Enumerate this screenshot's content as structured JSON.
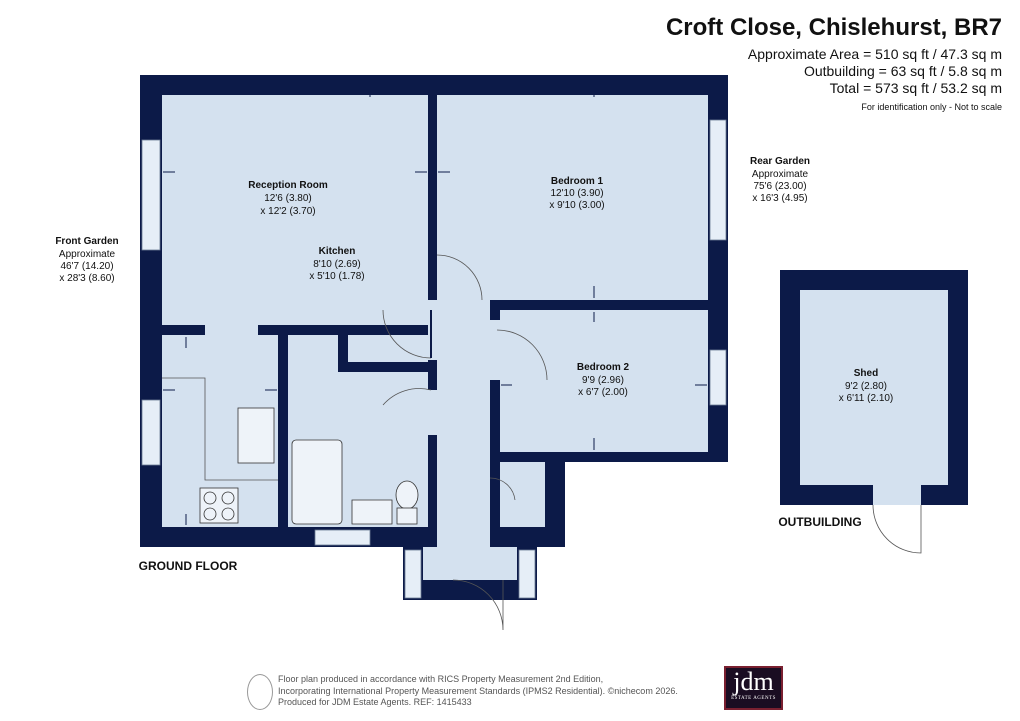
{
  "header": {
    "title": "Croft Close, Chislehurst, BR7",
    "areas": [
      "Approximate Area = 510 sq ft / 47.3 sq m",
      "Outbuilding = 63 sq ft / 5.8 sq m",
      "Total = 573 sq ft / 53.2 sq m"
    ],
    "note": "For identification only - Not to scale"
  },
  "rooms": {
    "reception": {
      "name": "Reception Room",
      "dim1": "12'6 (3.80)",
      "dim2": "x 12'2 (3.70)"
    },
    "kitchen": {
      "name": "Kitchen",
      "dim1": "8'10 (2.69)",
      "dim2": "x 5'10 (1.78)"
    },
    "bedroom1": {
      "name": "Bedroom 1",
      "dim1": "12'10 (3.90)",
      "dim2": "x 9'10 (3.00)"
    },
    "bedroom2": {
      "name": "Bedroom 2",
      "dim1": "9'9 (2.96)",
      "dim2": "x 6'7 (2.00)"
    },
    "shed": {
      "name": "Shed",
      "dim1": "9'2 (2.80)",
      "dim2": "x 6'11 (2.10)"
    }
  },
  "gardens": {
    "front": {
      "name": "Front Garden",
      "qualifier": "Approximate",
      "dim1": "46'7 (14.20)",
      "dim2": "x 28'3 (8.60)"
    },
    "rear": {
      "name": "Rear Garden",
      "qualifier": "Approximate",
      "dim1": "75'6 (23.00)",
      "dim2": "x 16'3 (4.95)"
    }
  },
  "floors": {
    "ground": "GROUND FLOOR",
    "outbuilding": "OUTBUILDING"
  },
  "footer": {
    "lines": [
      "Floor plan produced in accordance with RICS Property Measurement 2nd Edition,",
      "Incorporating International Property Measurement Standards (IPMS2 Residential).   ©nichecom 2026.",
      "Produced for JDM Estate Agents.   REF: 1415433"
    ],
    "logo_text": "jdm",
    "logo_subtext": "ESTATE AGENTS"
  },
  "colors": {
    "wall": "#0c1a48",
    "floor": "#d4e1ef"
  }
}
